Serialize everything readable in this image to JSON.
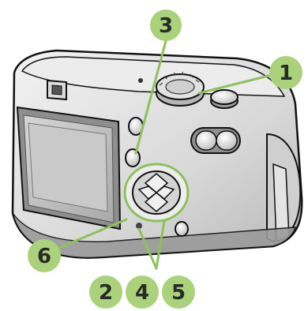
{
  "figure": {
    "callouts": [
      {
        "id": "1",
        "label": "1"
      },
      {
        "id": "2",
        "label": "2"
      },
      {
        "id": "3",
        "label": "3"
      },
      {
        "id": "4",
        "label": "4"
      },
      {
        "id": "5",
        "label": "5"
      },
      {
        "id": "6",
        "label": "6"
      }
    ],
    "colors": {
      "callout_fill": "#a9d27a",
      "leader_line": "#8cc25a",
      "body_light": "#e6e6e6",
      "body_mid": "#bdbdbd",
      "body_dark": "#7a7a7a",
      "outline": "#111111",
      "screen": "#bcbcbc",
      "dpad": "#d9d9d9"
    }
  }
}
